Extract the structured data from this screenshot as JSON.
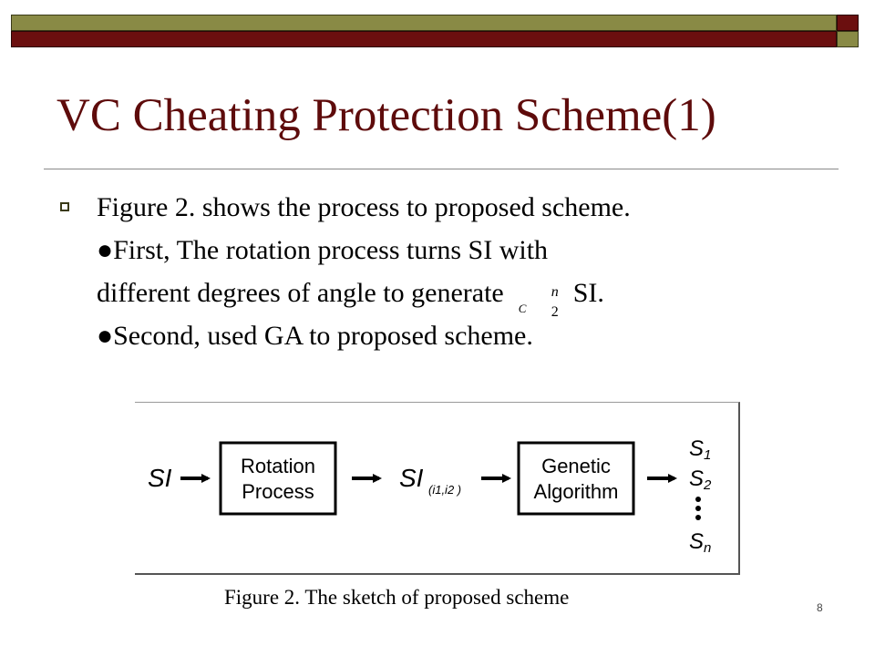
{
  "slide": {
    "title": "VC Cheating Protection Scheme(1)",
    "page_number": "8"
  },
  "bullet": {
    "line1": "Figure 2. shows the process to proposed scheme.",
    "line2": "●First, The rotation process turns SI with",
    "line3_before": "different degrees of angle to generate",
    "combination": {
      "symbol": "C",
      "top": "n",
      "bottom": "2"
    },
    "line3_after": "SI.",
    "line4": "●Second, used GA to proposed scheme."
  },
  "figure": {
    "input_label": "SI",
    "box1_line1": "Rotation",
    "box1_line2": "Process",
    "mid_label": "SI",
    "mid_sub": "(i1,i2 )",
    "box2_line1": "Genetic",
    "box2_line2": "Algorithm",
    "outputs": [
      "S1",
      "S2",
      "Sn"
    ],
    "output_base": "S",
    "output_subs": [
      "1",
      "2",
      "n"
    ],
    "caption": "Figure 2. The sketch of proposed scheme"
  },
  "colors": {
    "title": "#5e0b0b",
    "bar_olive": "#898a45",
    "bar_dark_red": "#6b0f0f"
  }
}
